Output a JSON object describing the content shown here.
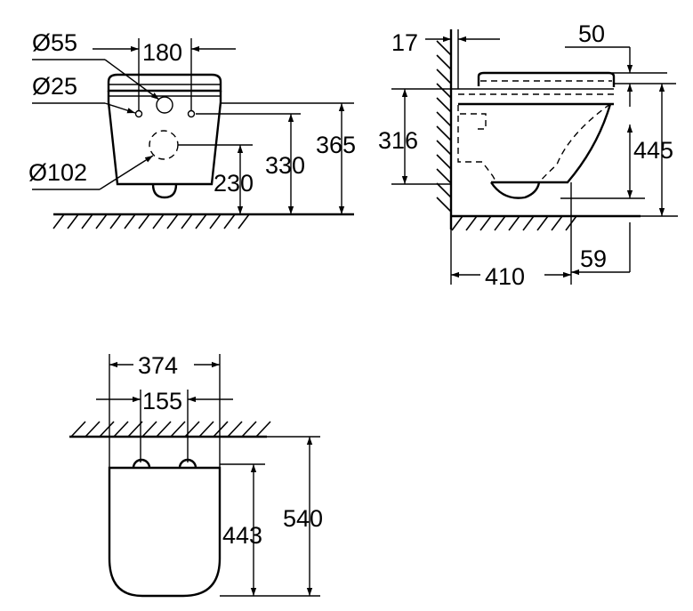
{
  "front_view": {
    "dim_d55": "Ø55",
    "dim_180": "180",
    "dim_d25": "Ø25",
    "dim_d102": "Ø102",
    "dim_230": "230",
    "dim_330": "330",
    "dim_365": "365"
  },
  "side_view": {
    "dim_17": "17",
    "dim_50": "50",
    "dim_316": "316",
    "dim_445": "445",
    "dim_410": "410",
    "dim_59": "59"
  },
  "top_view": {
    "dim_374": "374",
    "dim_155": "155",
    "dim_443": "443",
    "dim_540": "540"
  }
}
